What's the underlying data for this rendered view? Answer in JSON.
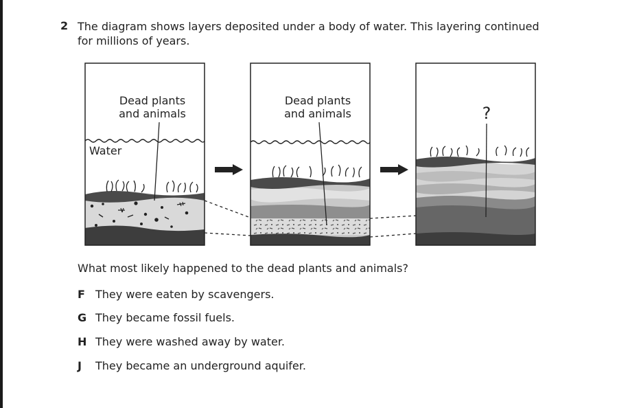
{
  "question": {
    "number": "2",
    "lines": [
      "The diagram shows layers deposited under a body of water. This layering continued",
      "for millions of years."
    ]
  },
  "diagram": {
    "panel1": {
      "label_line1": "Dead plants",
      "label_line2": "and animals",
      "water_label": "Water"
    },
    "panel2": {
      "label_line1": "Dead plants",
      "label_line2": "and animals"
    },
    "panel3": {
      "mark": "?"
    },
    "arrow_icon": "right-arrow"
  },
  "prompt": "What most likely happened to the dead plants and animals?",
  "choices": [
    {
      "letter": "F",
      "text": "They were eaten by scavengers."
    },
    {
      "letter": "G",
      "text": "They became fossil fuels."
    },
    {
      "letter": "H",
      "text": "They were washed away by water."
    },
    {
      "letter": "J",
      "text": "They became an underground aquifer."
    }
  ]
}
